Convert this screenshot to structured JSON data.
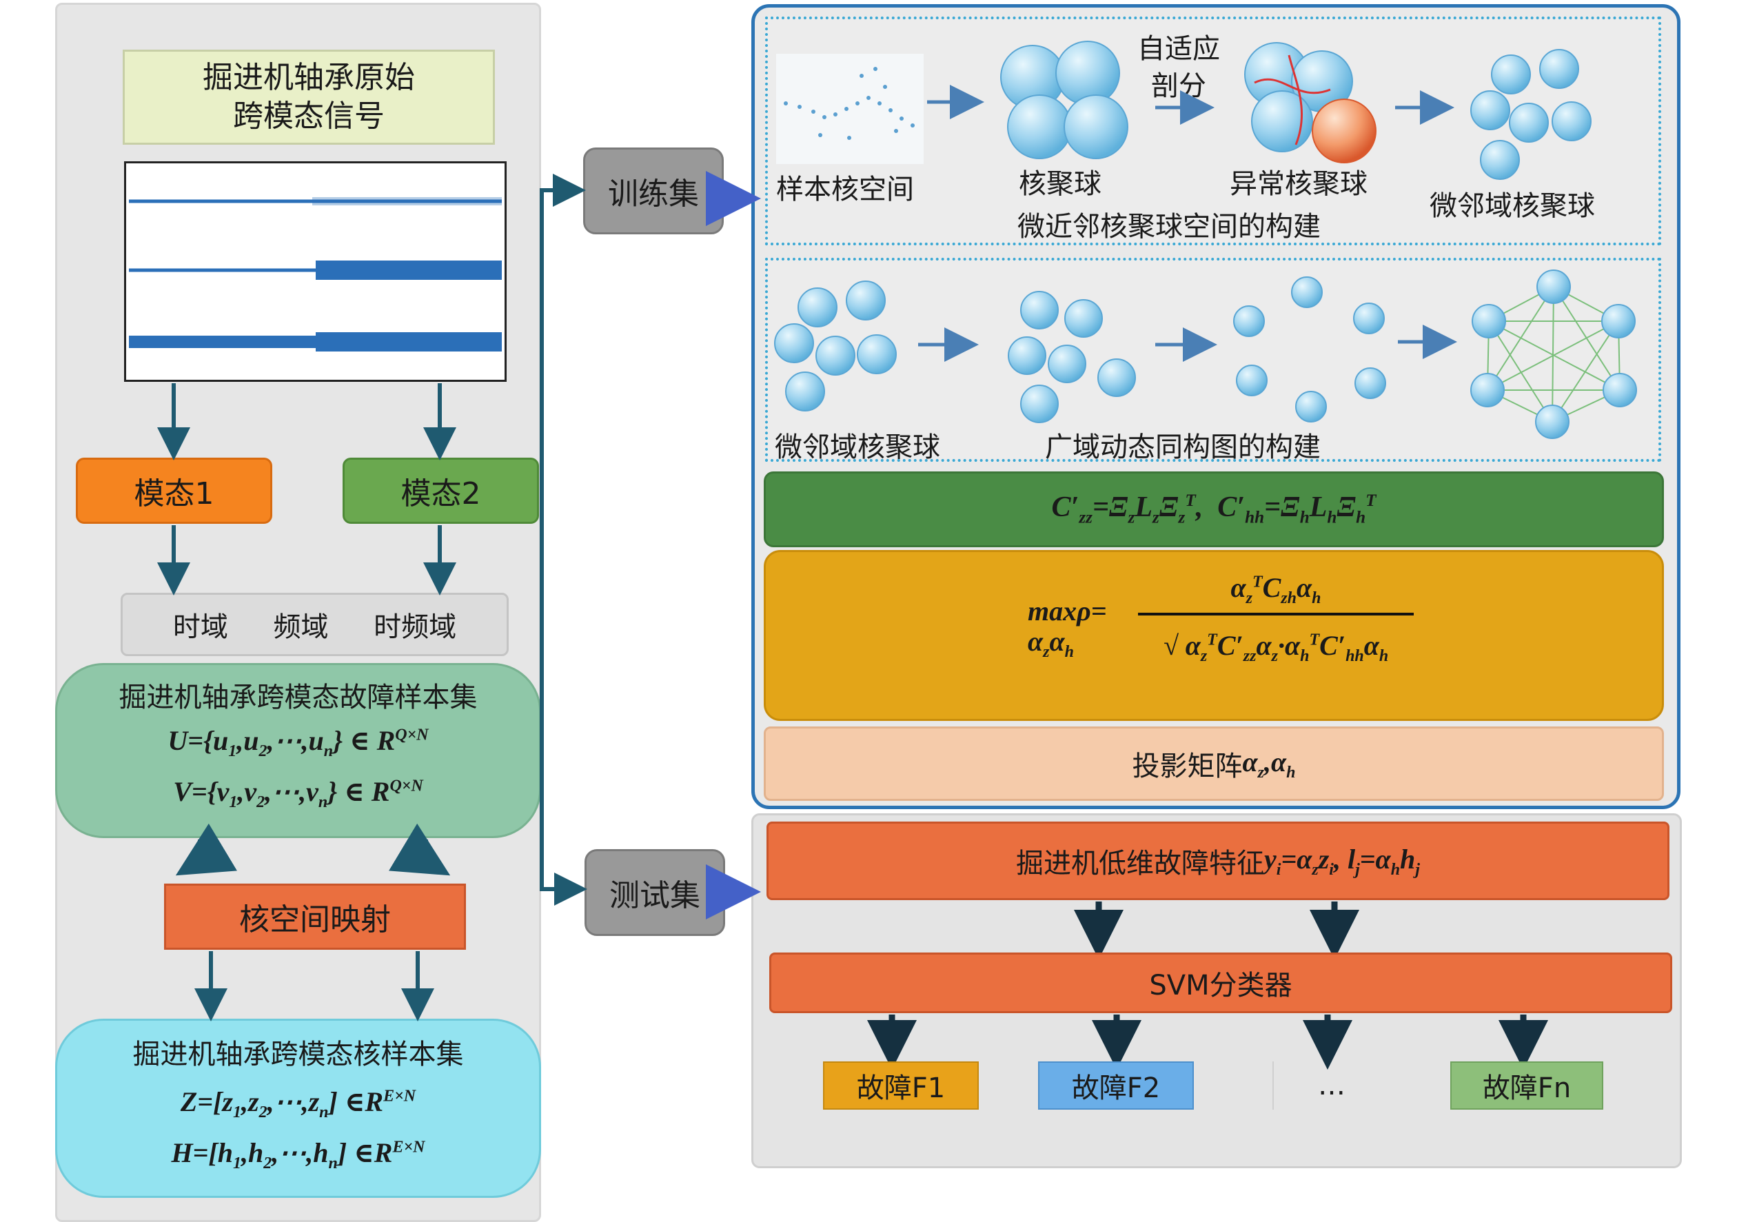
{
  "left": {
    "signal_title_line1": "掘进机轴承原始",
    "signal_title_line2": "跨模态信号",
    "mode1": "模态1",
    "mode2": "模态2",
    "domains": [
      "时域",
      "频域",
      "时频域"
    ],
    "fault_set_title": "掘进机轴承跨模态故障样本集",
    "kernel_map": "核空间映射",
    "kernel_set_title": "掘进机轴承跨模态核样本集"
  },
  "middle": {
    "train": "训练集",
    "test": "测试集"
  },
  "top_section": {
    "sample_kernel_space": "样本核空间",
    "adaptive_line1": "自适应",
    "adaptive_line2": "剖分",
    "kernel_ball": "核聚球",
    "abnormal_kernel_ball": "异常核聚球",
    "micro_domain_ball": "微邻域核聚球",
    "construction_title": "微近邻核聚球空间的构建"
  },
  "mid_section": {
    "micro_domain_ball": "微邻域核聚球",
    "graph_title": "广域动态同构图的构建"
  },
  "formula_box": {
    "projection_prefix": "投影矩阵"
  },
  "bottom_section": {
    "feature_prefix": "掘进机低维故障特征",
    "svm": "SVM分类器",
    "faults": [
      "故障F1",
      "故障F2",
      "…",
      "故障Fn"
    ]
  },
  "colors": {
    "orange_mode": "#f5841f",
    "green_mode": "#6aa84f",
    "teal_set": "#8fc7a8",
    "orange_red": "#ea6f3f",
    "cyan_set": "#93e3f0",
    "gray_node": "#999999",
    "blue_border": "#2c74b4",
    "dark_green": "#4a8c45",
    "gold": "#e3a518",
    "peach": "#f5cbaa",
    "fault1": "#e8a21a",
    "fault2": "#6aaee8",
    "faultn": "#8dbf7a",
    "arrow_dark": "#1f4e5f"
  }
}
